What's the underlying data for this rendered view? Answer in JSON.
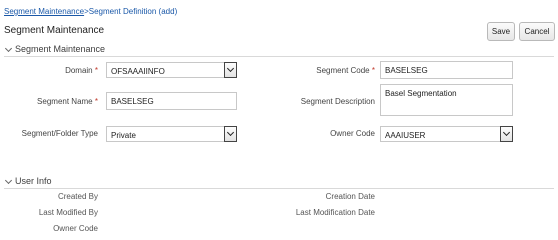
{
  "breadcrumb": {
    "parent": "Segment Maintenance",
    "separator": ">",
    "current": "Segment Definition (add)"
  },
  "page": {
    "title": "Segment Maintenance"
  },
  "toolbar": {
    "save_label": "Save",
    "cancel_label": "Cancel"
  },
  "segment_section": {
    "title": "Segment Maintenance",
    "domain": {
      "label": "Domain",
      "required_mark": "*",
      "value": "OFSAAAIINFO"
    },
    "segment_code": {
      "label": "Segment Code",
      "required_mark": "*",
      "value": "BASELSEG"
    },
    "segment_name": {
      "label": "Segment Name",
      "required_mark": "*",
      "value": "BASELSEG"
    },
    "segment_description": {
      "label": "Segment Description",
      "value": "Basel Segmentation"
    },
    "folder_type": {
      "label": "Segment/Folder Type",
      "value": "Private"
    },
    "owner_code": {
      "label": "Owner Code",
      "value": "AAAIUSER"
    }
  },
  "user_info": {
    "title": "User Info",
    "created_by": "Created By",
    "creation_date": "Creation Date",
    "last_modified_by": "Last Modified By",
    "last_modification_date": "Last Modification Date",
    "owner_code": "Owner Code"
  },
  "colors": {
    "link": "#1a58a8",
    "required": "#c0392b",
    "rule": "#d9d9d9"
  },
  "icons": {
    "section_toggle": "chevron-down-icon",
    "dropdown": "dropdown-arrow-icon"
  }
}
